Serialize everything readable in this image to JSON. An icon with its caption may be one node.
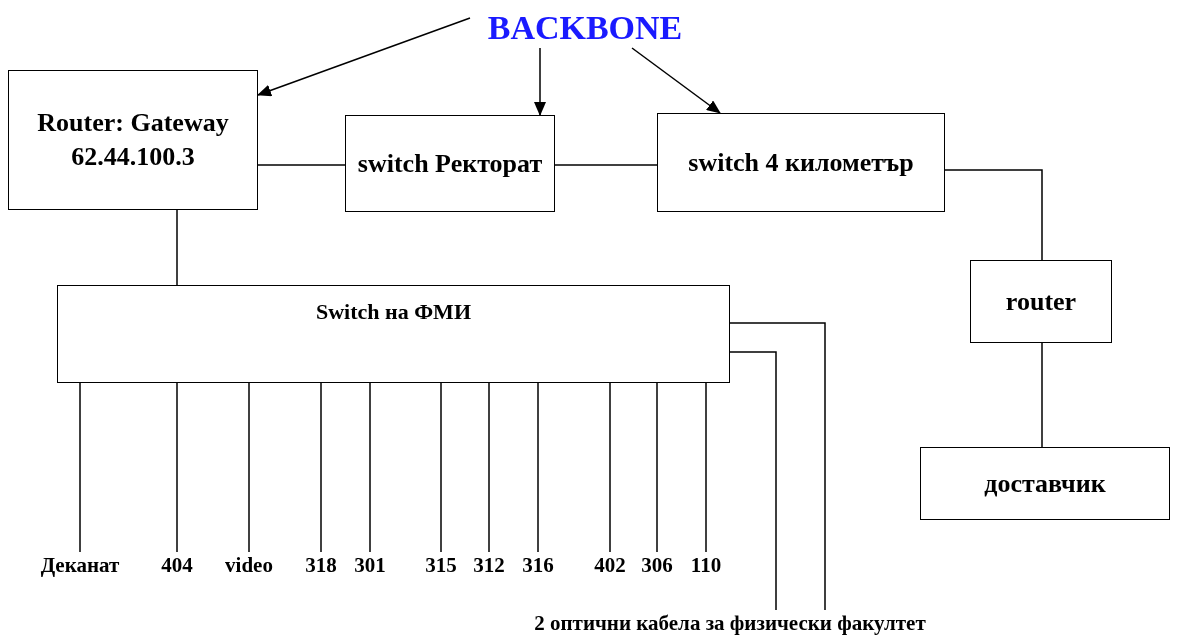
{
  "diagram": {
    "nodes": [
      {
        "text": [
          "BACKBONE"
        ]
      },
      {
        "text": [
          "Router: Gateway 62.44.100.3"
        ]
      },
      {
        "text": [
          "switch Ректорат"
        ]
      },
      {
        "text": [
          "switch 4 километър"
        ]
      },
      {
        "text": [
          "router"
        ]
      },
      {
        "text": [
          "доставчик"
        ]
      },
      {
        "text": [
          "Switch на ФМИ"
        ]
      },
      {
        "text": [
          "Деканат"
        ]
      },
      {
        "text": [
          "404"
        ]
      },
      {
        "text": [
          "video"
        ]
      },
      {
        "text": [
          "318"
        ]
      },
      {
        "text": [
          "301"
        ]
      },
      {
        "text": [
          "315"
        ]
      },
      {
        "text": [
          "312"
        ]
      },
      {
        "text": [
          "316"
        ]
      },
      {
        "text": [
          "402"
        ]
      },
      {
        "text": [
          "306"
        ]
      },
      {
        "text": [
          "110"
        ]
      },
      {
        "text": [
          "2 оптични кабела за физически факултет"
        ]
      }
    ],
    "edges": [
      {
        "from": 0,
        "to": 1,
        "arrow": "to"
      },
      {
        "from": 0,
        "to": 2,
        "arrow": "to"
      },
      {
        "from": 0,
        "to": 3,
        "arrow": "to"
      },
      {
        "from": 1,
        "to": 2,
        "arrow": "none"
      },
      {
        "from": 2,
        "to": 3,
        "arrow": "none"
      },
      {
        "from": 3,
        "to": 4,
        "arrow": "none"
      },
      {
        "from": 4,
        "to": 5,
        "arrow": "none"
      },
      {
        "from": 1,
        "to": 6,
        "arrow": "none"
      },
      {
        "from": 6,
        "to": 7,
        "arrow": "none"
      },
      {
        "from": 6,
        "to": 8,
        "arrow": "none"
      },
      {
        "from": 6,
        "to": 9,
        "arrow": "none"
      },
      {
        "from": 6,
        "to": 10,
        "arrow": "none"
      },
      {
        "from": 6,
        "to": 11,
        "arrow": "none"
      },
      {
        "from": 6,
        "to": 12,
        "arrow": "none"
      },
      {
        "from": 6,
        "to": 13,
        "arrow": "none"
      },
      {
        "from": 6,
        "to": 14,
        "arrow": "none"
      },
      {
        "from": 6,
        "to": 15,
        "arrow": "none"
      },
      {
        "from": 6,
        "to": 16,
        "arrow": "none"
      },
      {
        "from": 6,
        "to": 17,
        "arrow": "none"
      },
      {
        "from": 6,
        "to": 18,
        "arrow": "none"
      },
      {
        "from": 6,
        "to": 18,
        "arrow": "none"
      }
    ]
  }
}
